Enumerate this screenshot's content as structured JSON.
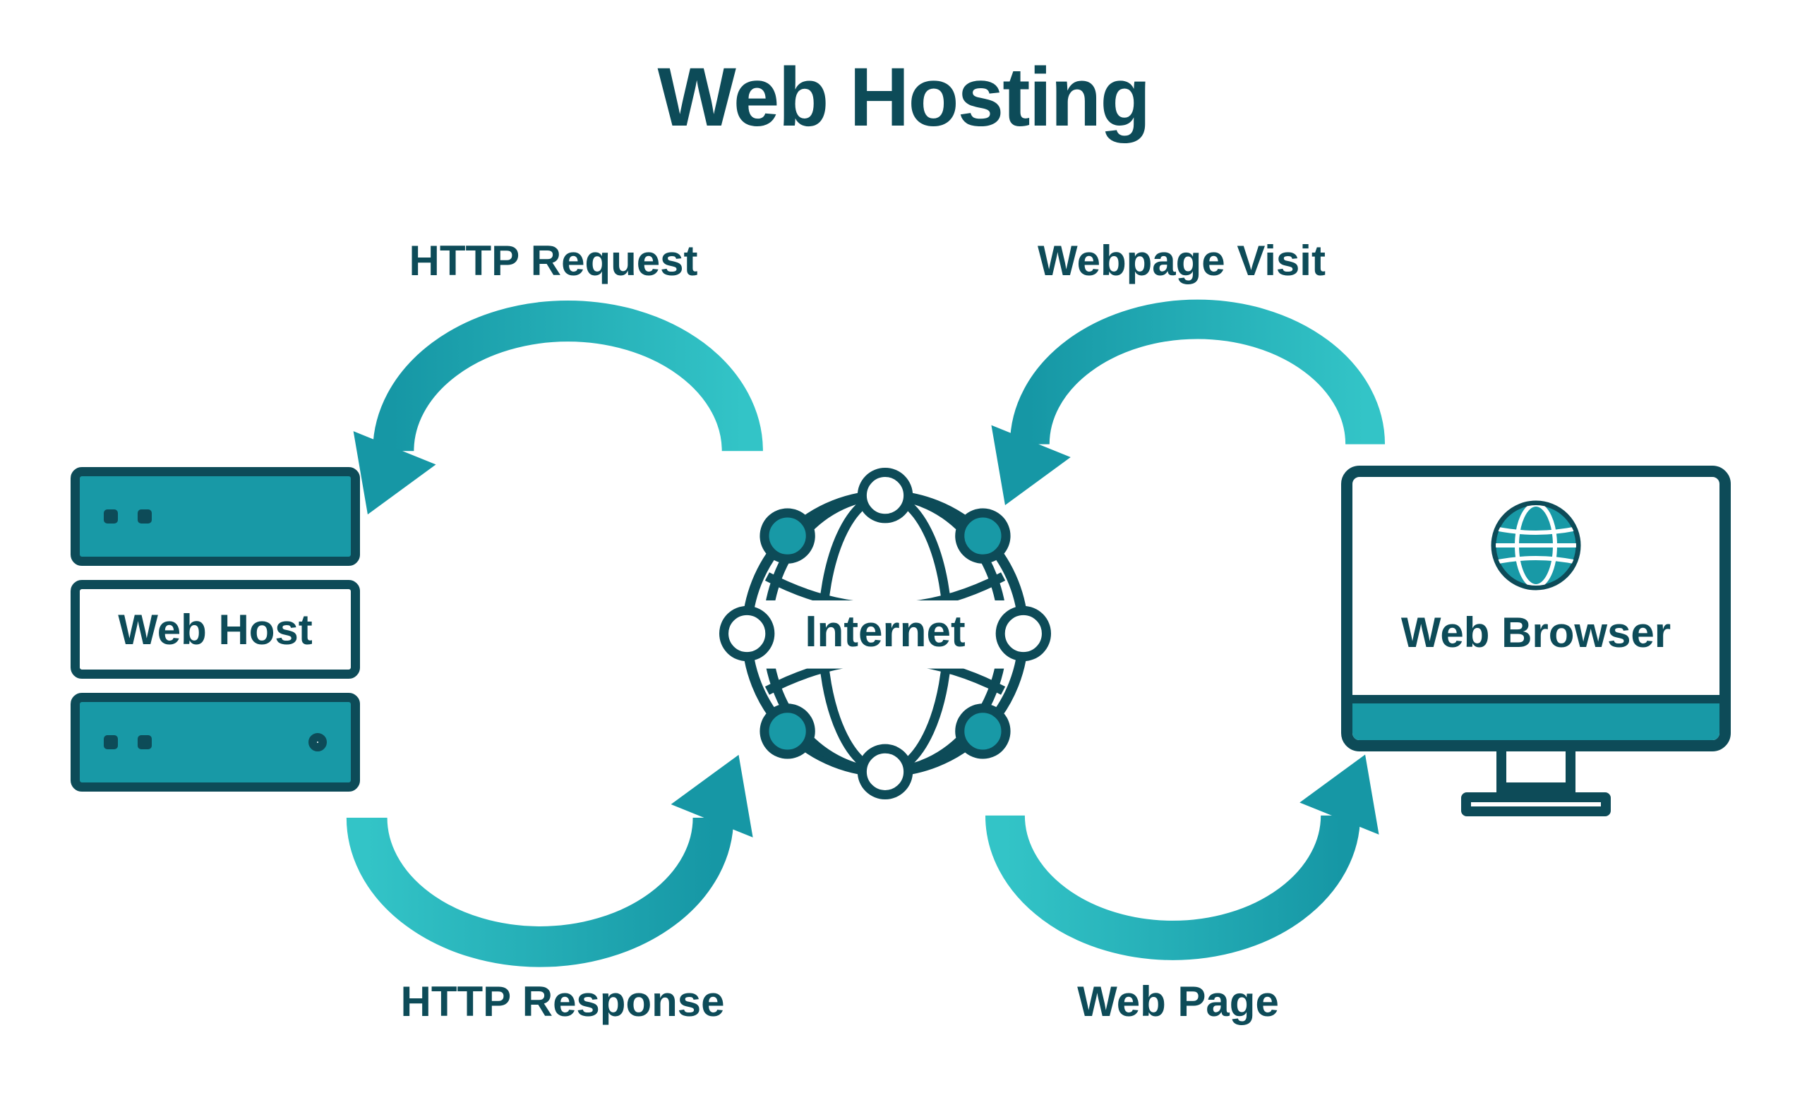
{
  "title": "Web Hosting",
  "colors": {
    "dark_teal": "#0d4b58",
    "teal": "#1899a6",
    "arrow_start": "#1697a5",
    "arrow_end": "#33c4c7",
    "background": "#ffffff"
  },
  "flows": {
    "top_left_label": "HTTP Request",
    "top_right_label": "Webpage Visit",
    "bottom_left_label": "HTTP Response",
    "bottom_right_label": "Web Page"
  },
  "nodes": {
    "web_host_label": "Web Host",
    "internet_label": "Internet",
    "web_browser_label": "Web Browser"
  }
}
